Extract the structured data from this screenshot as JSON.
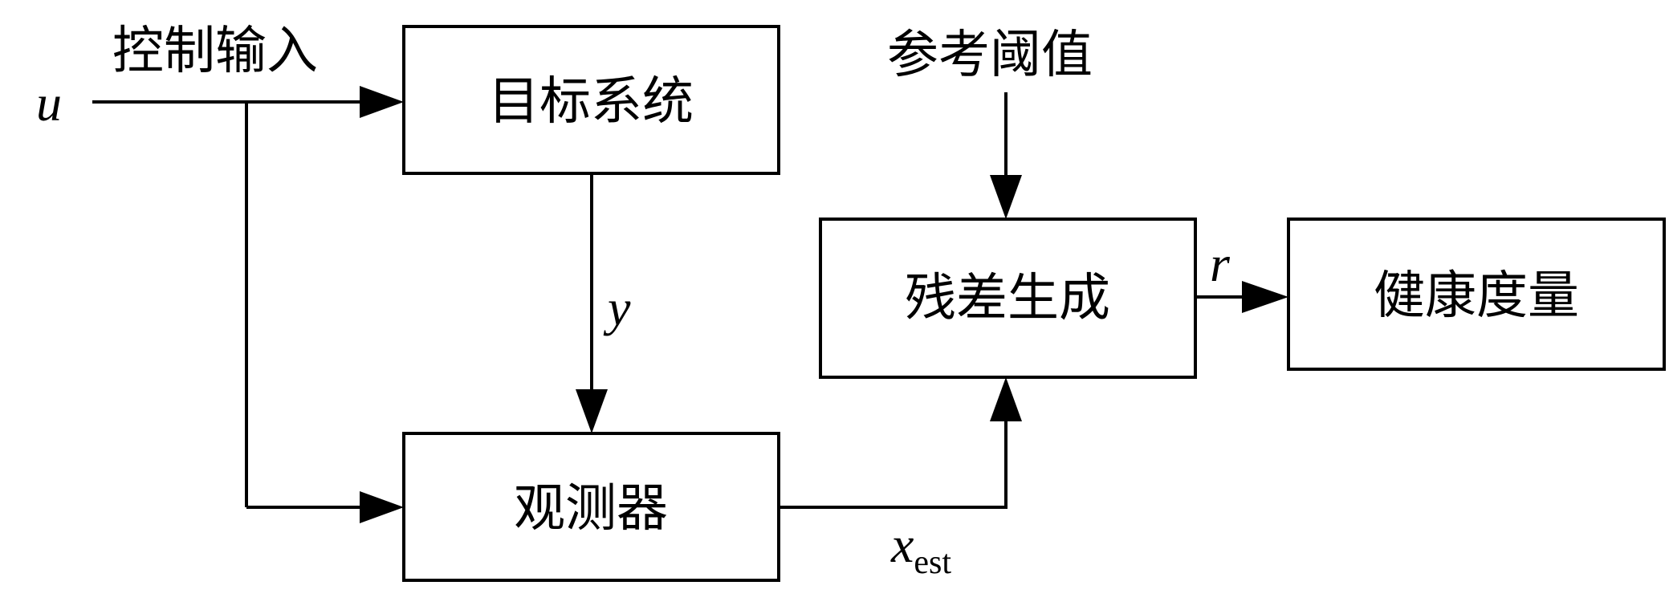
{
  "blocks": {
    "target_system": "目标系统",
    "observer": "观测器",
    "residual_generation": "残差生成",
    "health_measure": "健康度量"
  },
  "labels": {
    "control_input": "控制输入",
    "reference_threshold": "参考阈值"
  },
  "signals": {
    "u": "u",
    "y": "y",
    "x_est_base": "x",
    "x_est_sub": "est",
    "r": "r"
  },
  "colors": {
    "line": "#000000",
    "background": "#ffffff"
  }
}
